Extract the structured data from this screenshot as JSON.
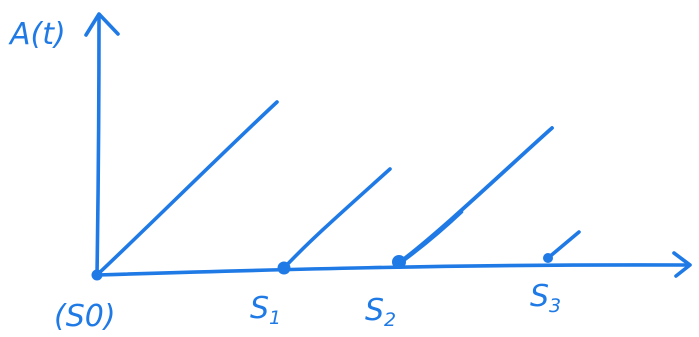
{
  "colors": {
    "ink": "#1f7ae6"
  },
  "labels": {
    "y_axis": "A(t)",
    "origin": "(S0)",
    "points": [
      {
        "base": "S",
        "sub": "1"
      },
      {
        "base": "S",
        "sub": "2"
      },
      {
        "base": "S",
        "sub": "3"
      }
    ]
  }
}
